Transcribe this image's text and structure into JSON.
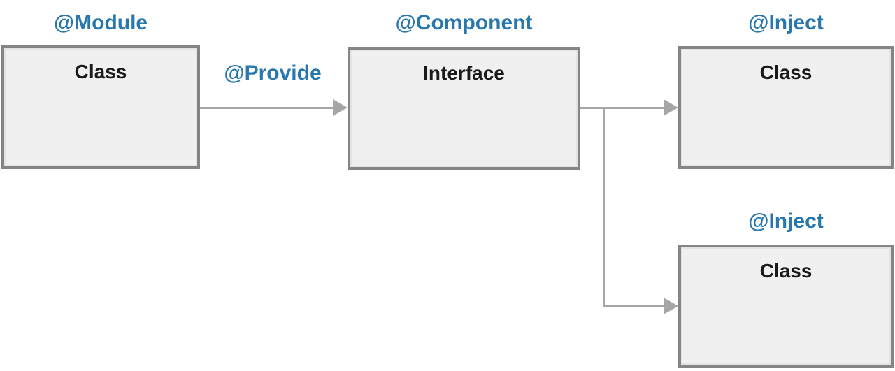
{
  "diagram": {
    "colors": {
      "annotation_blue": "#2878ae",
      "box_fill": "#f0f0f0",
      "box_border": "#858585",
      "connector_gray": "#a6a6a6",
      "label_text": "#1a1a1a",
      "background": "#ffffff"
    },
    "nodes": [
      {
        "id": "module-class",
        "annotation": "@Module",
        "label": "Class"
      },
      {
        "id": "component-interface",
        "annotation": "@Component",
        "label": "Interface"
      },
      {
        "id": "inject-class-top",
        "annotation": "@Inject",
        "label": "Class"
      },
      {
        "id": "inject-class-bottom",
        "annotation": "@Inject",
        "label": "Class"
      }
    ],
    "edges": [
      {
        "from": "module-class",
        "to": "component-interface",
        "label": "@Provide"
      },
      {
        "from": "component-interface",
        "to": "inject-class-top",
        "label": ""
      },
      {
        "from": "component-interface",
        "to": "inject-class-bottom",
        "label": ""
      }
    ]
  }
}
